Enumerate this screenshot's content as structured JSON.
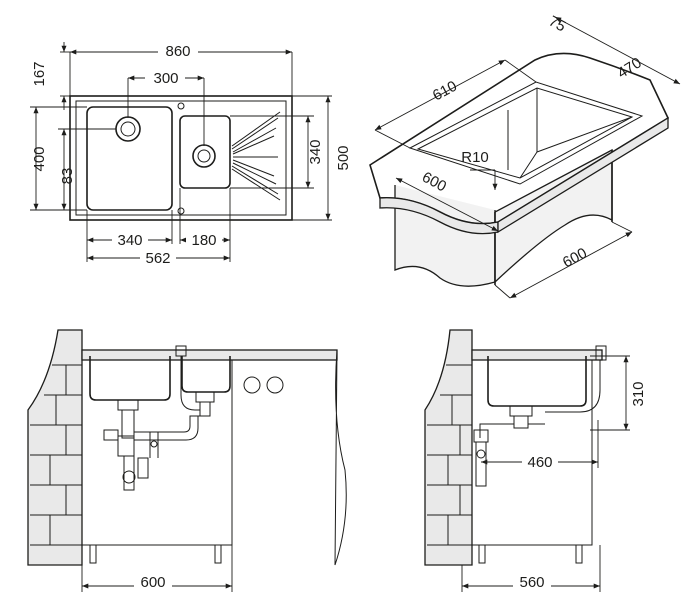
{
  "top_view": {
    "overall_width": "860",
    "top_offset": "167",
    "bowl_spacing": "300",
    "overall_depth": "500",
    "bowl_depth": "400",
    "drain_offset": "83",
    "small_bowl_depth": "340",
    "bowl_width": "340",
    "small_bowl_width": "180",
    "cabinet_min": "562"
  },
  "perspective_view": {
    "ledge": "75",
    "cutout_depth": "470",
    "cutout_width": "610",
    "corner_radius": "R10",
    "inner_width": "600",
    "cabinet_width": "600"
  },
  "front_view": {
    "cabinet_width": "600"
  },
  "side_view": {
    "bowl_height": "310",
    "drain_depth": "460",
    "cabinet_depth": "560"
  },
  "colors": {
    "line": "#1d1d1b",
    "fill": "#e9e9e9"
  }
}
